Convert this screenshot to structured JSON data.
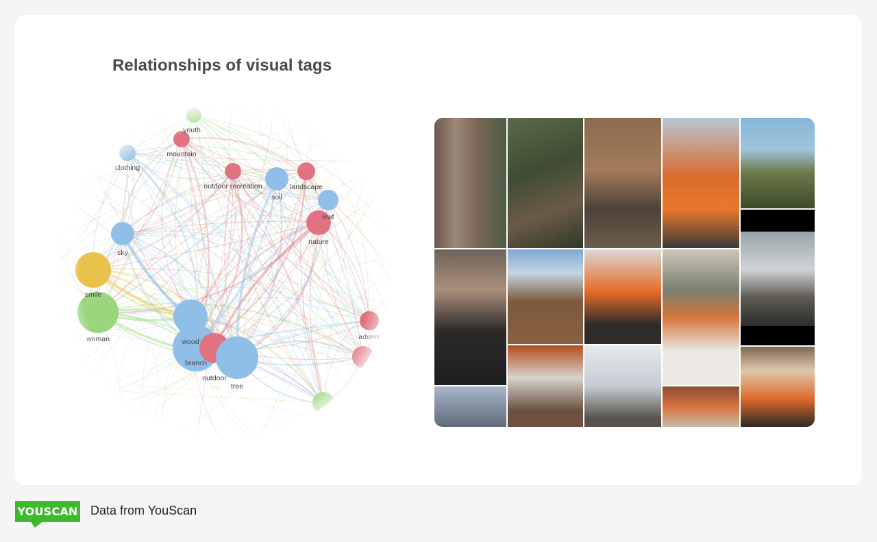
{
  "title": "Relationships of visual tags",
  "colors": {
    "blue": "#8fbfe6",
    "red": "#e0737f",
    "yellow": "#e8c24a",
    "green": "#9ad67d",
    "brand": "#3dba2e"
  },
  "graph": {
    "nodes": [
      {
        "id": "youth",
        "label": "youth",
        "color": "green"
      },
      {
        "id": "mountain",
        "label": "mountain",
        "color": "red"
      },
      {
        "id": "clothing",
        "label": "clothing",
        "color": "blue"
      },
      {
        "id": "outdoor_recreation",
        "label": "outdoor recreation",
        "color": "red"
      },
      {
        "id": "soil",
        "label": "soil",
        "color": "blue"
      },
      {
        "id": "landscape",
        "label": "landscape",
        "color": "red"
      },
      {
        "id": "leaf",
        "label": "leaf",
        "color": "blue"
      },
      {
        "id": "nature",
        "label": "nature",
        "color": "red"
      },
      {
        "id": "sky",
        "label": "sky",
        "color": "blue"
      },
      {
        "id": "smile",
        "label": "smile",
        "color": "yellow"
      },
      {
        "id": "woman",
        "label": "woman",
        "color": "green"
      },
      {
        "id": "wood",
        "label": "wood",
        "color": "blue"
      },
      {
        "id": "branch",
        "label": "branch",
        "color": "blue"
      },
      {
        "id": "outdoor",
        "label": "outdoor",
        "color": "red"
      },
      {
        "id": "tree",
        "label": "tree",
        "color": "blue"
      },
      {
        "id": "adventure",
        "label": "advent",
        "color": "red"
      },
      {
        "id": "extra_red",
        "label": "",
        "color": "red"
      },
      {
        "id": "extra_green",
        "label": "",
        "color": "green"
      }
    ]
  },
  "photos_alt": "Collage of social media photos",
  "footer": {
    "logo_text": "YOUSCAN",
    "text": "Data from YouScan"
  }
}
